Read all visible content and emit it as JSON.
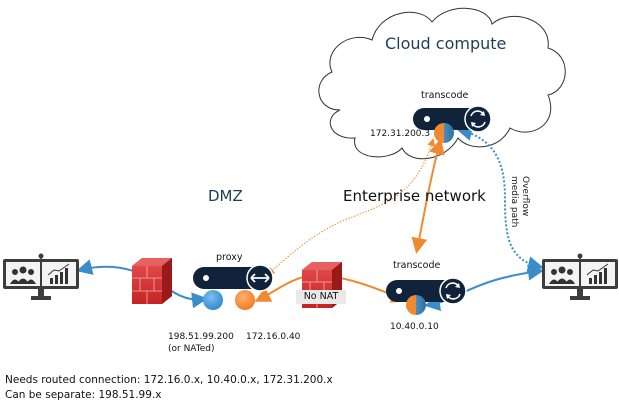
{
  "regions": {
    "cloud": "Cloud compute",
    "dmz": "DMZ",
    "enterprise": "Enterprise network"
  },
  "nodes": {
    "cloud_transcode": {
      "label": "transcode",
      "ip": "172.31.200.3",
      "icon": "sync-icon"
    },
    "proxy": {
      "label": "proxy",
      "ip_outside": "198.51.99.200",
      "ip_outside_note": "(or NATed)",
      "ip_inside": "172.16.0.40",
      "icon": "bidirectional-arrow-icon"
    },
    "enterprise_transcode": {
      "label": "transcode",
      "ip": "10.40.0.10",
      "icon": "sync-icon"
    }
  },
  "firewalls": [
    {
      "name": "outer-firewall",
      "label": ""
    },
    {
      "name": "inner-firewall",
      "label": "No NAT"
    }
  ],
  "endpoints": [
    {
      "name": "external-video-endpoint",
      "icon": "video-conference-icon"
    },
    {
      "name": "internal-video-endpoint",
      "icon": "video-conference-icon"
    }
  ],
  "annotations": {
    "overflow_line1": "Overflow",
    "overflow_line2": "media path"
  },
  "footer": {
    "line1": "Needs routed connection: 172.16.0.x, 10.40.0.x, 172.31.200.x",
    "line2": "Can be separate: 198.51.99.x"
  },
  "colors": {
    "blue_media": "#3a8dc8",
    "orange_media": "#f08a30",
    "node_dark": "#10233a",
    "firewall_red": "#d63434",
    "text_region": "#1f3c5a"
  }
}
